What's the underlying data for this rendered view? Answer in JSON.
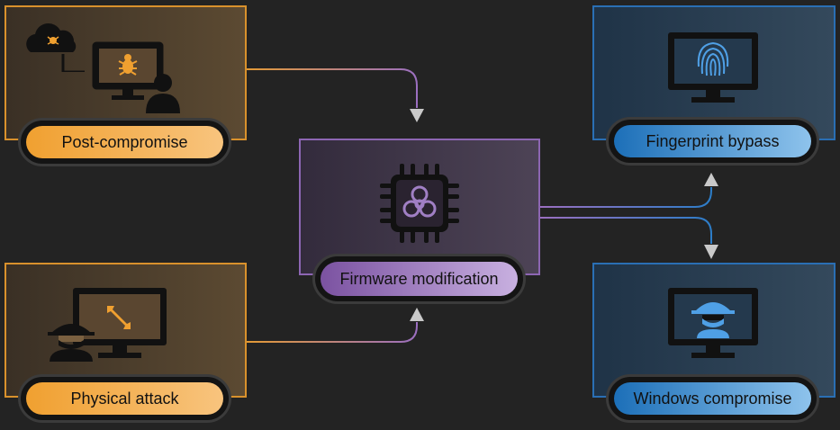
{
  "nodes": {
    "post_compromise": "Post-compromise",
    "physical_attack": "Physical attack",
    "firmware_modification": "Firmware modification",
    "fingerprint_bypass": "Fingerprint bypass",
    "windows_compromise": "Windows compromise"
  },
  "colors": {
    "orange": "#f0a030",
    "purple": "#8d66b3",
    "blue": "#2a6fb4",
    "background": "#232323"
  },
  "icons": {
    "post_compromise": [
      "cloud-bug-icon",
      "monitor-bug-icon",
      "user-icon"
    ],
    "physical_attack": [
      "hacker-icon",
      "monitor-wrench-icon"
    ],
    "firmware_modification": [
      "chip-biohazard-icon"
    ],
    "fingerprint_bypass": [
      "monitor-fingerprint-icon"
    ],
    "windows_compromise": [
      "monitor-spy-icon"
    ]
  }
}
